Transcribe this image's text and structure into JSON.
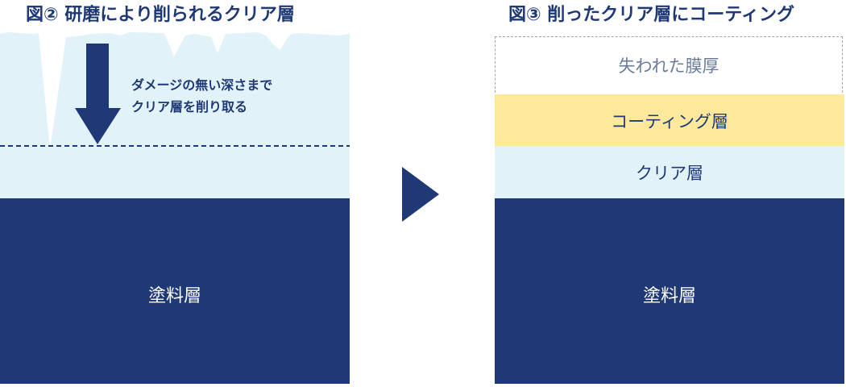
{
  "left": {
    "title": "図② 研磨により削られるクリア層",
    "arrow_note_line1": "ダメージの無い深さまで",
    "arrow_note_line2": "クリア層を削り取る",
    "paint_layer": "塗料層"
  },
  "right": {
    "title": "図③ 削ったクリア層にコーティング",
    "lost_thickness": "失われた膜厚",
    "coating_layer": "コーティング層",
    "clear_layer": "クリア層",
    "paint_layer": "塗料層"
  },
  "colors": {
    "navy": "#1f3876",
    "clear": "#e1f2f8",
    "coating": "#fde89c",
    "dashed_border": "#9aa5b4"
  }
}
